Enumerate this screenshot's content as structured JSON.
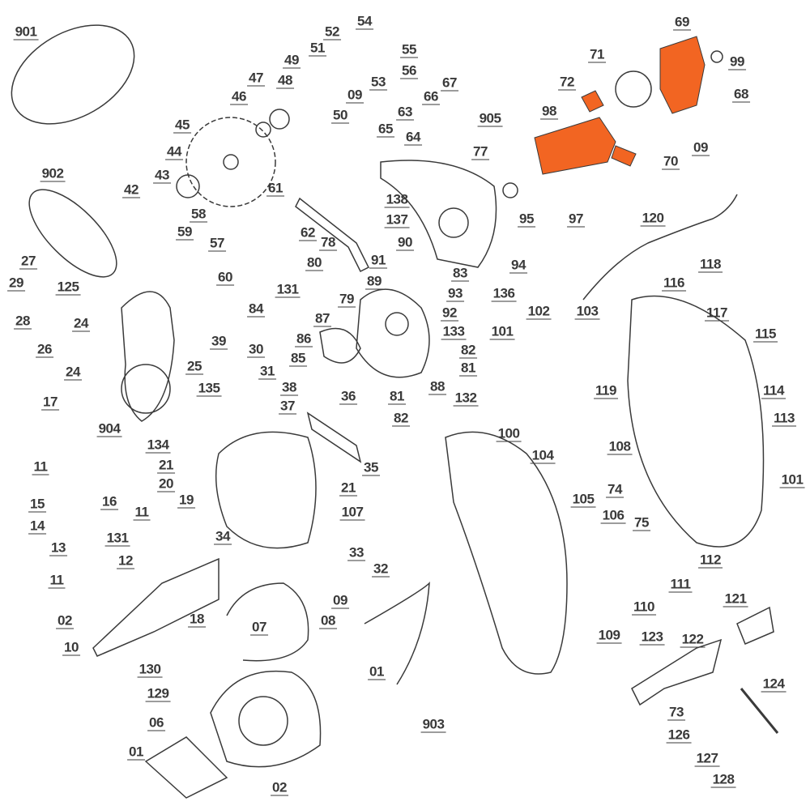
{
  "diagram": {
    "type": "exploded-parts-diagram",
    "highlight_color": "#f26522",
    "line_color": "#3a3a3a",
    "callouts": [
      "901",
      "902",
      "27",
      "29",
      "28",
      "125",
      "24",
      "26",
      "24",
      "17",
      "904",
      "11",
      "16",
      "15",
      "14",
      "13",
      "11",
      "02",
      "10",
      "131",
      "12",
      "11",
      "18",
      "130",
      "129",
      "06",
      "01",
      "02",
      "07",
      "08",
      "09",
      "32",
      "33",
      "34",
      "19",
      "20",
      "21",
      "134",
      "135",
      "25",
      "30",
      "31",
      "38",
      "37",
      "36",
      "35",
      "21",
      "107",
      "85",
      "86",
      "87",
      "79",
      "80",
      "78",
      "60",
      "131",
      "84",
      "39",
      "59",
      "58",
      "57",
      "42",
      "43",
      "44",
      "45",
      "46",
      "47",
      "48",
      "49",
      "51",
      "52",
      "09",
      "50",
      "53",
      "54",
      "55",
      "56",
      "63",
      "66",
      "67",
      "65",
      "64",
      "61",
      "62",
      "138",
      "137",
      "90",
      "91",
      "89",
      "83",
      "93",
      "92",
      "133",
      "82",
      "81",
      "136",
      "94",
      "95",
      "97",
      "88",
      "132",
      "81",
      "82",
      "905",
      "77",
      "98",
      "72",
      "71",
      "69",
      "99",
      "68",
      "70",
      "09",
      "102",
      "103",
      "101",
      "120",
      "118",
      "116",
      "117",
      "115",
      "119",
      "114",
      "113",
      "100",
      "104",
      "108",
      "74",
      "75",
      "105",
      "106",
      "101",
      "112",
      "111",
      "110",
      "109",
      "121",
      "123",
      "122",
      "124",
      "73",
      "126",
      "127",
      "128",
      "903",
      "01"
    ]
  }
}
